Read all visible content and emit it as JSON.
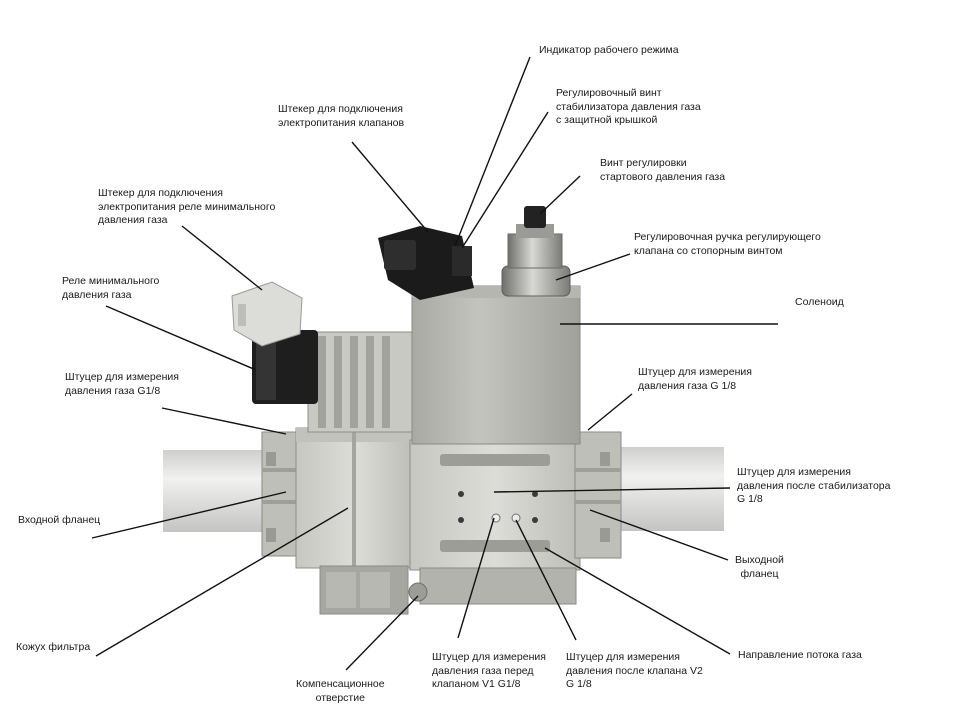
{
  "labels": {
    "indicator": "Индикатор рабочего режима",
    "valve_power_plug": "Штекер для подключения\nэлектропитания клапанов",
    "stabilizer_screw": "Регулировочный винт\nстабилизатора давления газа\nс защитной крышкой",
    "start_pressure_screw": "Винт регулировки\nстартового давления газа",
    "relay_plug": "Штекер для подключения\nэлектропитания реле минимального\nдавления газа",
    "adjust_knob": "Регулировочная ручка регулирующего\nклапана со стопорным винтом",
    "min_pressure_relay": "Реле минимального\nдавления газа",
    "solenoid": "Соленоид",
    "fitting_g18_left": "Штуцер для измерения\nдавления газа G1/8",
    "fitting_g18_right": "Штуцер для измерения\nдавления газа G 1/8",
    "fitting_after_stabilizer": "Штуцер для измерения\nдавления после стабилизатора\nG 1/8",
    "inlet_flange": "Входной фланец",
    "outlet_flange": "Выходной\nфланец",
    "filter_housing": "Кожух фильтра",
    "compensation_hole": "Компенсационное\nотверстие",
    "fitting_before_v1": "Штуцер для измерения\nдавления газа перед\nклапаном V1 G1/8",
    "fitting_after_v2": "Штуцер для измерения\nдавления после клапана V2\nG 1/8",
    "flow_direction": "Направление потока газа"
  },
  "colors": {
    "pipe": "#e2e3e1",
    "metal_light": "#d3d3cf",
    "metal_mid": "#b9b9b4",
    "metal_dark": "#8f8f8a",
    "plastic_black": "#1d1d1d",
    "leader": "#111111"
  }
}
